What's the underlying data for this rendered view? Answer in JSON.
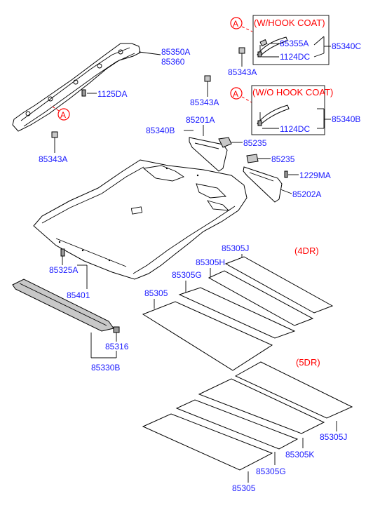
{
  "diagram": {
    "callout_letter": "A",
    "variant_hook_coat": "(W/HOOK COAT)",
    "variant_no_hook_coat": "(W/O HOOK COAT)",
    "variant_4dr": "(4DR)",
    "variant_5dr": "(5DR)",
    "parts": {
      "p85350A": "85350A",
      "p85360": "85360",
      "p1125DA": "1125DA",
      "p85343A_left": "85343A",
      "p85343A_mid": "85343A",
      "p85343A_top": "85343A",
      "p85355A": "85355A",
      "p1124DC_top": "1124DC",
      "p85340C": "85340C",
      "p85340B_right": "85340B",
      "p1124DC_bottom": "1124DC",
      "p85340B_left": "85340B",
      "p85201A": "85201A",
      "p85235_top": "85235",
      "p85235_bottom": "85235",
      "p1229MA": "1229MA",
      "p85202A": "85202A",
      "p85325A": "85325A",
      "p85401": "85401",
      "p85316": "85316",
      "p85330B": "85330B",
      "p85305J_4dr": "85305J",
      "p85305H": "85305H",
      "p85305G_4dr": "85305G",
      "p85305_4dr": "85305",
      "p85305J_5dr": "85305J",
      "p85305K": "85305K",
      "p85305G_5dr": "85305G",
      "p85305_5dr": "85305"
    }
  }
}
